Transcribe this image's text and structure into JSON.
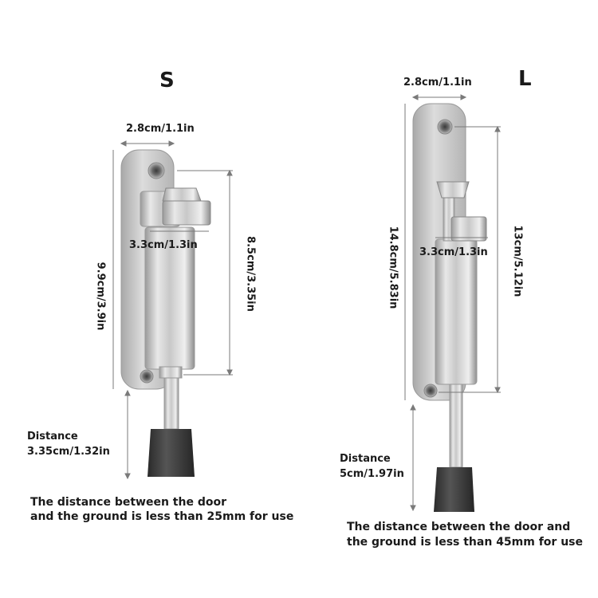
{
  "small": {
    "size_label": "S",
    "width_dim": "2.8cm/1.1in",
    "foot_dim": "3.3cm/1.3in",
    "total_height_dim": "9.9cm/3.9in",
    "body_height_dim": "8.5cm/3.35in",
    "distance_label": "Distance",
    "distance_value": "3.35cm/1.32in",
    "note_line1": "The distance between the door",
    "note_line2": "and the ground is less than 25mm for use"
  },
  "large": {
    "size_label": "L",
    "width_dim": "2.8cm/1.1in",
    "foot_dim": "3.3cm/1.3in",
    "total_height_dim": "14.8cm/5.83in",
    "body_height_dim": "13cm/5.12in",
    "distance_label": "Distance",
    "distance_value": "5cm/1.97in",
    "note_line1": "The distance between the door and",
    "note_line2": "the ground is less than 45mm for use"
  },
  "colors": {
    "steel_light": "#e6e6e6",
    "steel_mid": "#b9b9b9",
    "steel_dark": "#8a8a8a",
    "rubber": "#3a3a3a",
    "dimension_line": "#7a7a7a"
  }
}
